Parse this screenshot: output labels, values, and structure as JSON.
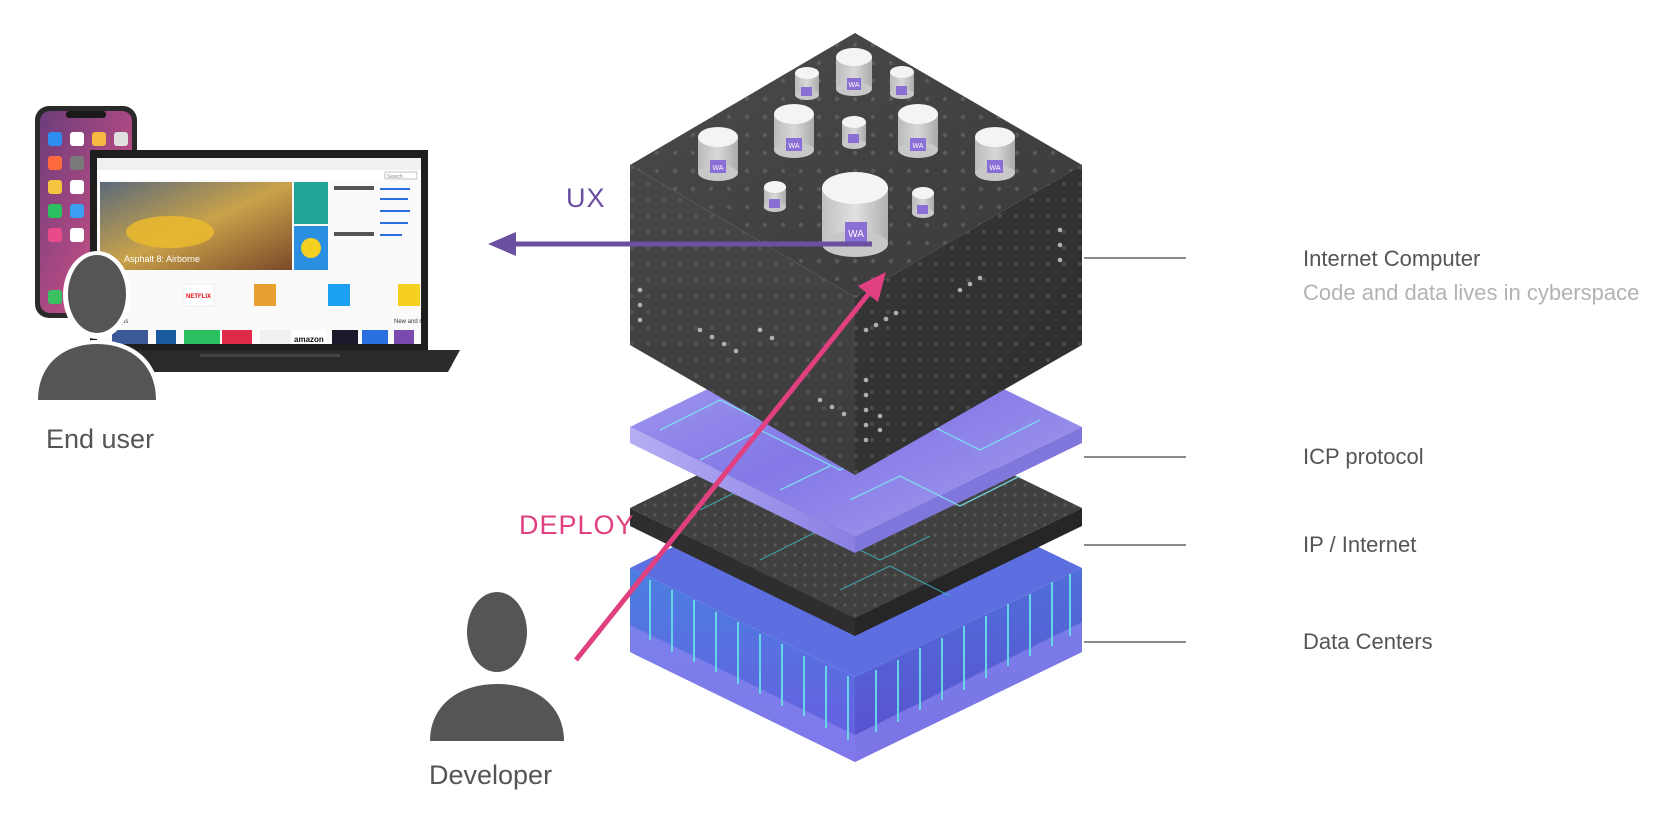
{
  "actors": {
    "end_user": {
      "label": "End user"
    },
    "developer": {
      "label": "Developer"
    }
  },
  "arrows": {
    "ux": {
      "label": "UX",
      "color": "#6b4fa0"
    },
    "deploy": {
      "label": "DEPLOY",
      "color": "#e0407f"
    }
  },
  "layers": {
    "internet_computer": {
      "title": "Internet Computer",
      "subtitle": "Code and data lives in cyberspace"
    },
    "icp_protocol": {
      "title": "ICP protocol"
    },
    "ip_internet": {
      "title": "IP / Internet"
    },
    "data_centers": {
      "title": "Data Centers"
    }
  },
  "canister_label": "WA",
  "laptop_screen": {
    "featured_caption": "Asphalt 8: Airborne",
    "search_placeholder": "Search",
    "apps_heading": "Top apps",
    "new_apps_heading": "New and rising apps",
    "brand_amazon": "amazon",
    "brand_netflix": "NETFLIX"
  },
  "colors": {
    "cube_dark": "#3a3a3a",
    "cube_top": "#454545",
    "protocol_purple": "#8c82e8",
    "datacenter_blue": "#6a5ce0",
    "connector_gray": "#8a8a8a",
    "person_gray": "#555555"
  }
}
